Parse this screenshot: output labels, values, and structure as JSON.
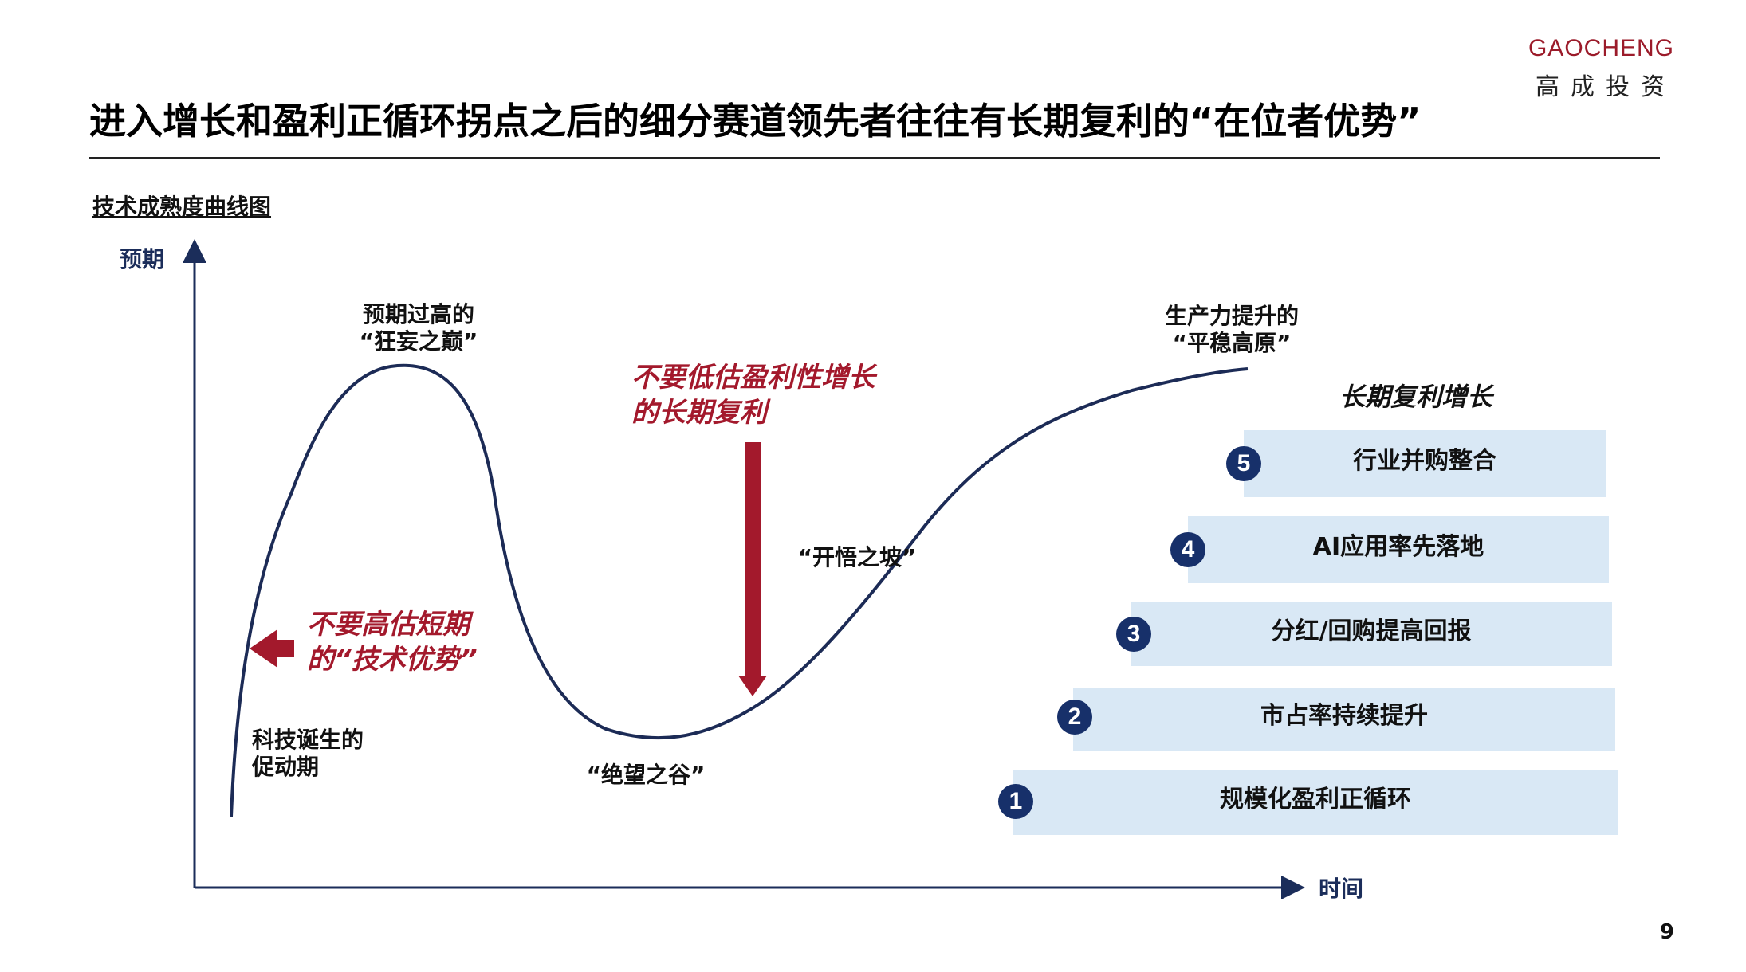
{
  "brand": {
    "name": "GAOCHENG",
    "subtitle": "高成投资"
  },
  "title": "进入增长和盈利正循环拐点之后的细分赛道领先者往往有长期复利的“在位者优势”",
  "section_title": "技术成熟度曲线图",
  "axes": {
    "y_label": "预期",
    "x_label": "时间"
  },
  "phases": {
    "trigger": [
      "科技诞生的",
      "促动期"
    ],
    "peak": [
      "预期过高的",
      "“狂妄之巅”"
    ],
    "trough": "“绝望之谷”",
    "slope": "“开悟之坡”",
    "plateau": [
      "生产力提升的",
      "“平稳高原”"
    ]
  },
  "callouts": {
    "left": [
      "不要高估短期",
      "的“技术优势”"
    ],
    "middle": [
      "不要低估盈利性增长",
      "的长期复利"
    ]
  },
  "growth": {
    "title": "长期复利增长",
    "steps": [
      {
        "num": "1",
        "label": "规模化盈利正循环"
      },
      {
        "num": "2",
        "label": "市占率持续提升"
      },
      {
        "num": "3",
        "label": "分红/回购提高回报"
      },
      {
        "num": "4",
        "label": "AI应用率先落地"
      },
      {
        "num": "5",
        "label": "行业并购整合"
      }
    ]
  },
  "colors": {
    "accent": "#a3192c",
    "navy": "#17306a",
    "box": "#d9e8f5"
  },
  "page_number": "9"
}
